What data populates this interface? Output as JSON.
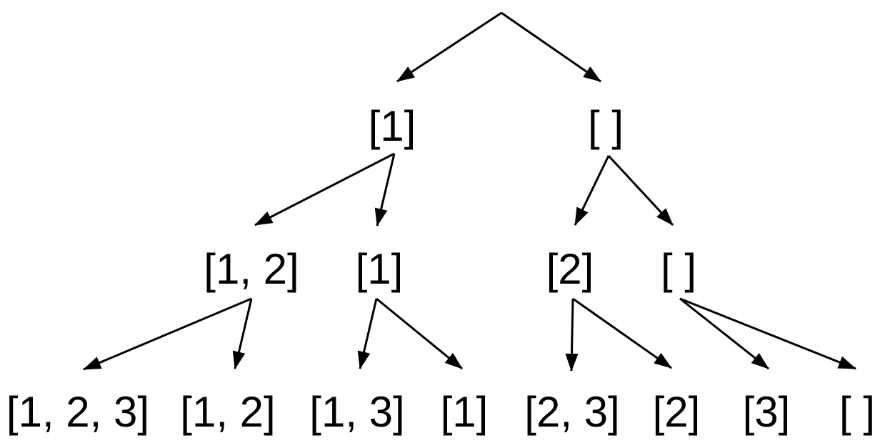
{
  "diagram": {
    "type": "tree",
    "background_color": "#ffffff",
    "stroke_color": "#000000",
    "text_color": "#000000",
    "root": {
      "id": "root",
      "label": ""
    },
    "levels": [
      {
        "nodes": [
          {
            "id": "l1-0",
            "label": "[1]"
          },
          {
            "id": "l1-1",
            "label": "[ ]"
          }
        ]
      },
      {
        "nodes": [
          {
            "id": "l2-0",
            "label": "[1, 2]"
          },
          {
            "id": "l2-1",
            "label": "[1]"
          },
          {
            "id": "l2-2",
            "label": "[2]"
          },
          {
            "id": "l2-3",
            "label": "[ ]"
          }
        ]
      },
      {
        "nodes": [
          {
            "id": "l3-0",
            "label": "[1, 2, 3]"
          },
          {
            "id": "l3-1",
            "label": "[1, 2]"
          },
          {
            "id": "l3-2",
            "label": "[1, 3]"
          },
          {
            "id": "l3-3",
            "label": "[1]"
          },
          {
            "id": "l3-4",
            "label": "[2, 3]"
          },
          {
            "id": "l3-5",
            "label": "[2]"
          },
          {
            "id": "l3-6",
            "label": "[3]"
          },
          {
            "id": "l3-7",
            "label": "[ ]"
          }
        ]
      }
    ],
    "edges": [
      {
        "from": "root",
        "to": "l1-0"
      },
      {
        "from": "root",
        "to": "l1-1"
      },
      {
        "from": "l1-0",
        "to": "l2-0"
      },
      {
        "from": "l1-0",
        "to": "l2-1"
      },
      {
        "from": "l1-1",
        "to": "l2-2"
      },
      {
        "from": "l1-1",
        "to": "l2-3"
      },
      {
        "from": "l2-0",
        "to": "l3-0"
      },
      {
        "from": "l2-0",
        "to": "l3-1"
      },
      {
        "from": "l2-1",
        "to": "l3-2"
      },
      {
        "from": "l2-1",
        "to": "l3-3"
      },
      {
        "from": "l2-2",
        "to": "l3-4"
      },
      {
        "from": "l2-2",
        "to": "l3-5"
      },
      {
        "from": "l2-3",
        "to": "l3-6"
      },
      {
        "from": "l2-3",
        "to": "l3-7"
      }
    ]
  }
}
